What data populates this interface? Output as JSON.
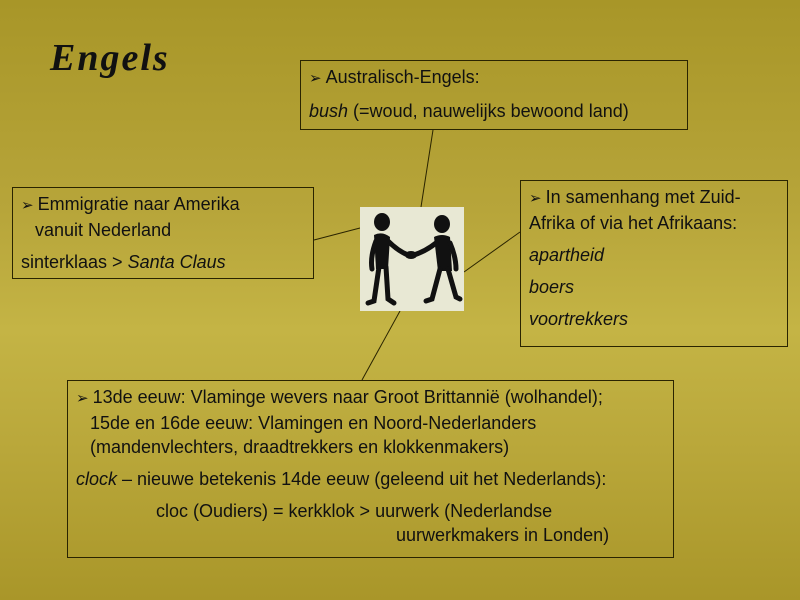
{
  "slide": {
    "title": "Engels"
  },
  "australian": {
    "heading": "Australisch-Engels:",
    "word": "bush",
    "meaning": " (=woud, nauwelijks bewoond land)"
  },
  "emigration": {
    "heading_line1": "Emmigratie naar Amerika",
    "heading_line2": "vanuit Nederland",
    "example_source": "sinterklaas > ",
    "example_target": "Santa Claus"
  },
  "south_africa": {
    "heading_line1": "In samenhang met Zuid-",
    "heading_line2": "Afrika of via het Afrikaans:",
    "words": [
      "apartheid",
      "boers",
      "voortrekkers"
    ]
  },
  "bottom": {
    "line1": "13de eeuw: Vlaminge wevers naar Groot Brittannië (wolhandel);",
    "line2": "15de en 16de eeuw: Vlamingen en Noord-Nederlanders",
    "line3": "(mandenvlechters, draadtrekkers en klokkenmakers)",
    "clock_word": "clock",
    "clock_rest": " – nieuwe betekenis 14de eeuw (geleend uit het Nederlands):",
    "cloc_line1": "cloc (Oudiers) = kerkklok > uurwerk (Nederlandse",
    "cloc_line2": "uurwerkmakers in Londen)"
  },
  "icons": {
    "bullet": "arrow-bullet-icon",
    "figure": "handshake-figures-icon"
  },
  "colors": {
    "background": "#b7a53a",
    "border": "#2a2400",
    "text": "#111111"
  }
}
